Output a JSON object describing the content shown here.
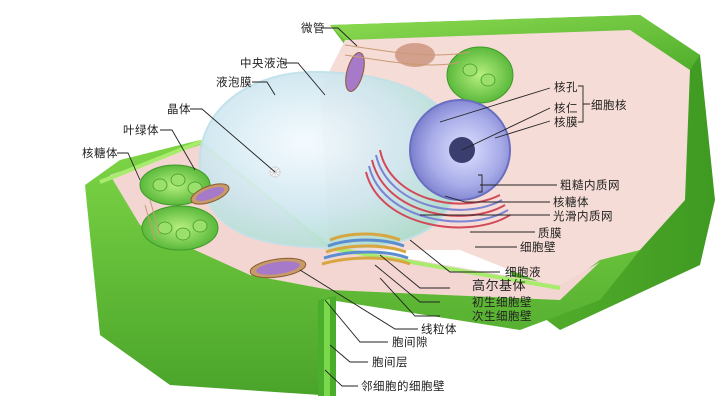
{
  "diagram": {
    "subject": "植物细胞结构",
    "colors": {
      "cell_wall": "#6cc83c",
      "cell_wall_dark": "#3e9a28",
      "cytoplasm": "#f6ddd8",
      "vacuole": "#cfe8ee",
      "nucleus": "#8e92d8",
      "nucleolus": "#3a3e6e",
      "chloroplast": "#5cc23e",
      "mitochondrion": "#a679c9",
      "golgi_gold": "#d8a640",
      "golgi_blue": "#5a8ed0",
      "er_red": "#d24a5a",
      "leader_line": "#222222"
    },
    "labels": {
      "microtubule": "微管",
      "central_vacuole": "中央液泡",
      "tonoplast": "液泡膜",
      "crystal": "晶体",
      "chloroplast": "叶绿体",
      "ribosome_left": "核糖体",
      "nuclear_pore": "核孔",
      "nucleolus": "核仁",
      "nuclear_envelope": "核膜",
      "nucleus_group": "细胞核",
      "rough_er": "粗糙内质网",
      "ribosome_right": "核糖体",
      "smooth_er": "光滑内质网",
      "plasma_membrane": "质膜",
      "cell_wall": "细胞壁",
      "cell_sap": "细胞液",
      "golgi": "高尔基体",
      "primary_wall": "初生细胞壁",
      "secondary_wall": "次生细胞壁",
      "mitochondrion": "线粒体",
      "intercellular_space": "胞间隙",
      "middle_lamella": "胞间层",
      "adjacent_cell_wall": "邻细胞的细胞壁"
    }
  }
}
